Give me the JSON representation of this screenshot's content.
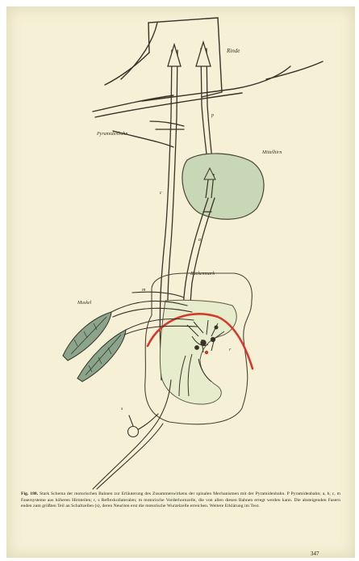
{
  "figure": {
    "labels": {
      "brain": "Rinde",
      "pyramid_tract": "Pyramidenbahn",
      "midbrain_nucleus": "Mittelhirn",
      "gray_matter": "Rückenmark",
      "muscle": "Muskel",
      "fiber_p": "p",
      "fiber_c": "c",
      "fiber_a": "a",
      "fiber_m": "m",
      "fiber_r": "r",
      "fiber_s": "s"
    }
  },
  "caption": {
    "figure_number": "Fig. 188.",
    "text": "Stark Schema der motorischen Bahnen zur Erläuterung des Zusammenwirkens der spinalen Mechanismen mit der Pyramidenbahn. P Pyramidenbahn; a, b, c, m Fasersysteme aus höheren Hirnteilen; r, s Reflexkollateralen; m motorische Vorderhornzelle, die von allen diesen Bahnen erregt werden kann. Die absteigenden Fasern enden zum größten Teil an Schaltzellen (s), deren Neuriten erst die motorische Wurzelzelle erreichen. Weitere Erklärung im Text."
  },
  "page_number": "347"
}
